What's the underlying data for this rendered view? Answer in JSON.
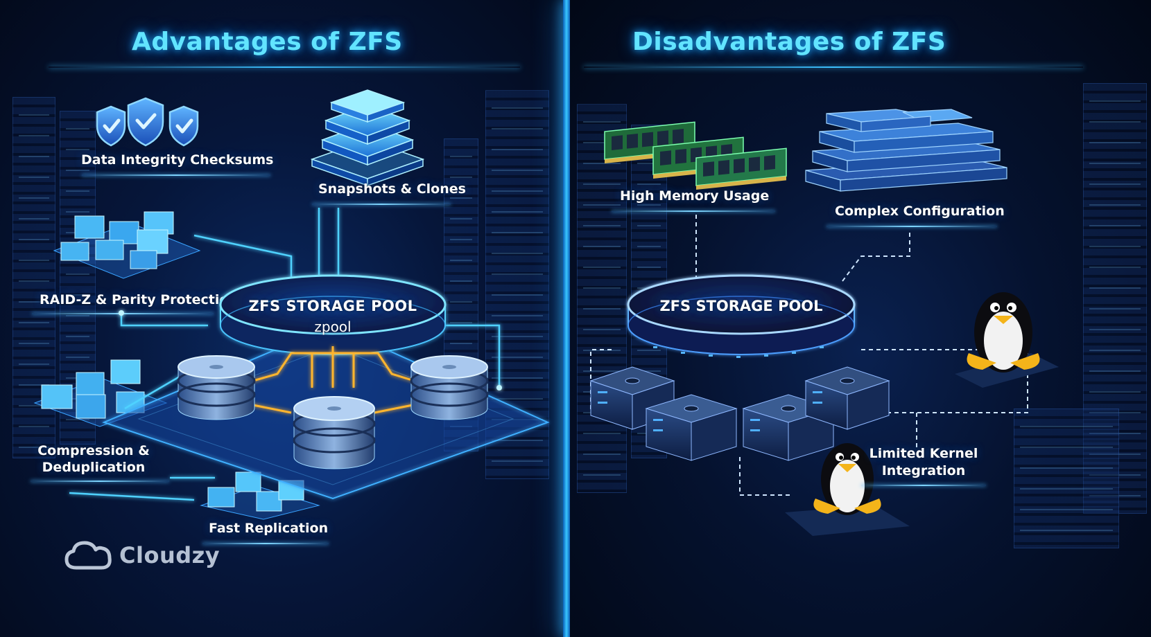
{
  "left": {
    "title": "Advantages of ZFS",
    "features": {
      "checksums": "Data Integrity Checksums",
      "snapshots": "Snapshots & Clones",
      "raidz": "RAID-Z & Parity Protection",
      "compression_line1": "Compression &",
      "compression_line2": "Deduplication",
      "replication": "Fast Replication"
    },
    "pool": {
      "title": "ZFS STORAGE POOL",
      "subtitle": "zpool"
    }
  },
  "right": {
    "title": "Disadvantages of ZFS",
    "features": {
      "memory": "High Memory Usage",
      "config": "Complex Configuration",
      "kernel_line1": "Limited Kernel",
      "kernel_line2": "Integration"
    },
    "pool": {
      "title": "ZFS STORAGE POOL"
    }
  },
  "brand": {
    "name": "Cloudzy",
    "icon": "cloud-icon"
  },
  "colors": {
    "title": "#62e4ff",
    "accent": "#39c6ff",
    "amber": "#ffb52e",
    "background": "#030a1c"
  },
  "icons": [
    "shield-check-icon",
    "storage-stack-icon",
    "cube-icon",
    "disk-icon",
    "ram-module-icon",
    "server-stack-icon",
    "penguin-icon",
    "server-node-icon"
  ]
}
